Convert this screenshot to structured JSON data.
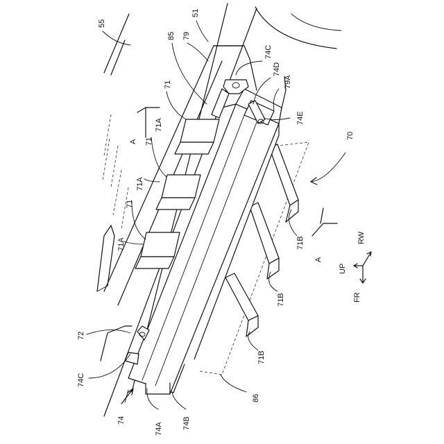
{
  "labels": {
    "l55": "55",
    "l51": "51",
    "l85": "85",
    "l79": "79",
    "l74C_top": "74C",
    "l74D": "74D",
    "l79A": "79A",
    "l74E": "74E",
    "l71_1": "71",
    "l71A_1": "71A",
    "lA_top": "A",
    "l71_2": "71",
    "l71A_2": "71A",
    "l71_3": "71",
    "l71A_3": "71A",
    "l70": "70",
    "l71B_1": "71B",
    "lA_bottom": "A",
    "lUP": "UP",
    "lRW": "RW",
    "lFR": "FR",
    "l71B_2": "71B",
    "l71B_3": "71B",
    "l72": "72",
    "l74C_bottom": "74C",
    "l86": "86",
    "l74": "74",
    "l74A": "74A",
    "l74B": "74B"
  }
}
